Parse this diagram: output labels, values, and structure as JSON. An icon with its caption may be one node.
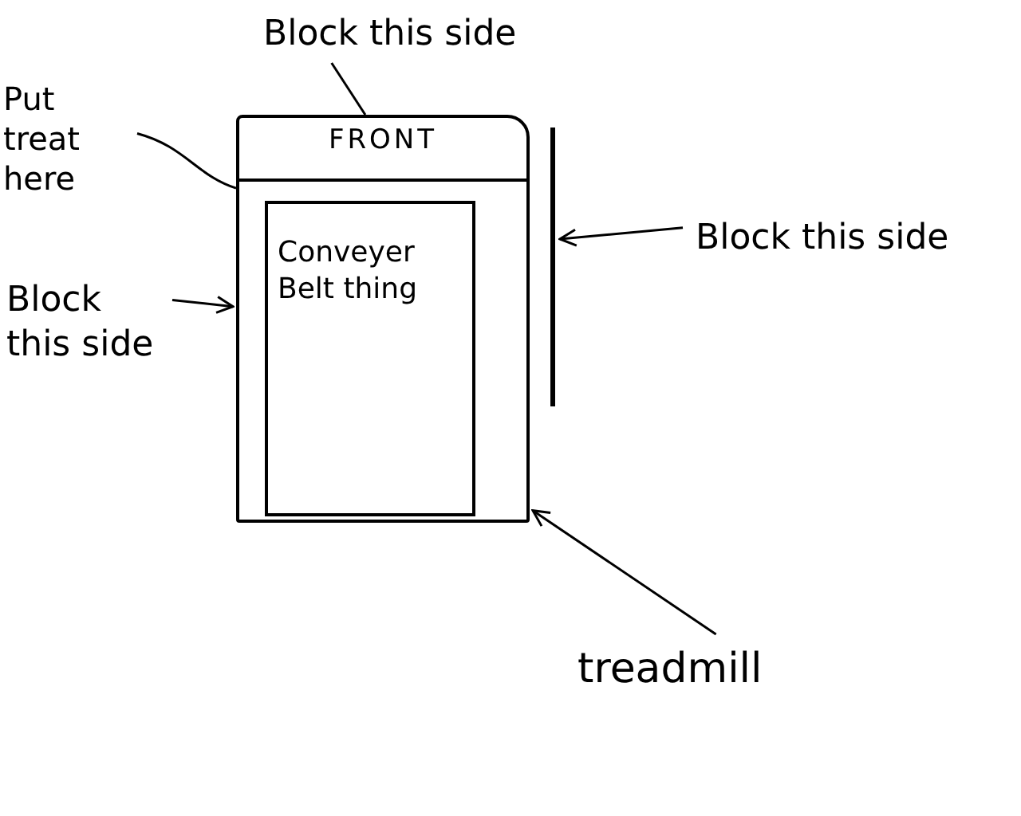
{
  "diagram": {
    "nodes": [
      {
        "text": [],
        "shape": "box"
      },
      {
        "text": [
          "FRONT"
        ],
        "in": 0
      },
      {
        "text": [
          "Conveyer Belt thing"
        ],
        "in": 0
      },
      {
        "text": [
          "Put treat here"
        ]
      },
      {
        "text": [
          "Block this side"
        ]
      },
      {
        "text": [
          "Block this side"
        ]
      },
      {
        "text": [],
        "shape": "bar"
      },
      {
        "text": [
          "Block this side"
        ]
      },
      {
        "text": [
          "treadmill"
        ]
      }
    ],
    "edges": [
      {
        "from": 3,
        "to": 0,
        "arrow": "none"
      },
      {
        "from": 4,
        "to": 0,
        "arrow": "none"
      },
      {
        "from": 5,
        "to": 0,
        "arrow": "to"
      },
      {
        "from": 7,
        "to": 6,
        "arrow": "to"
      },
      {
        "from": 8,
        "to": 0,
        "arrow": "to"
      }
    ]
  }
}
